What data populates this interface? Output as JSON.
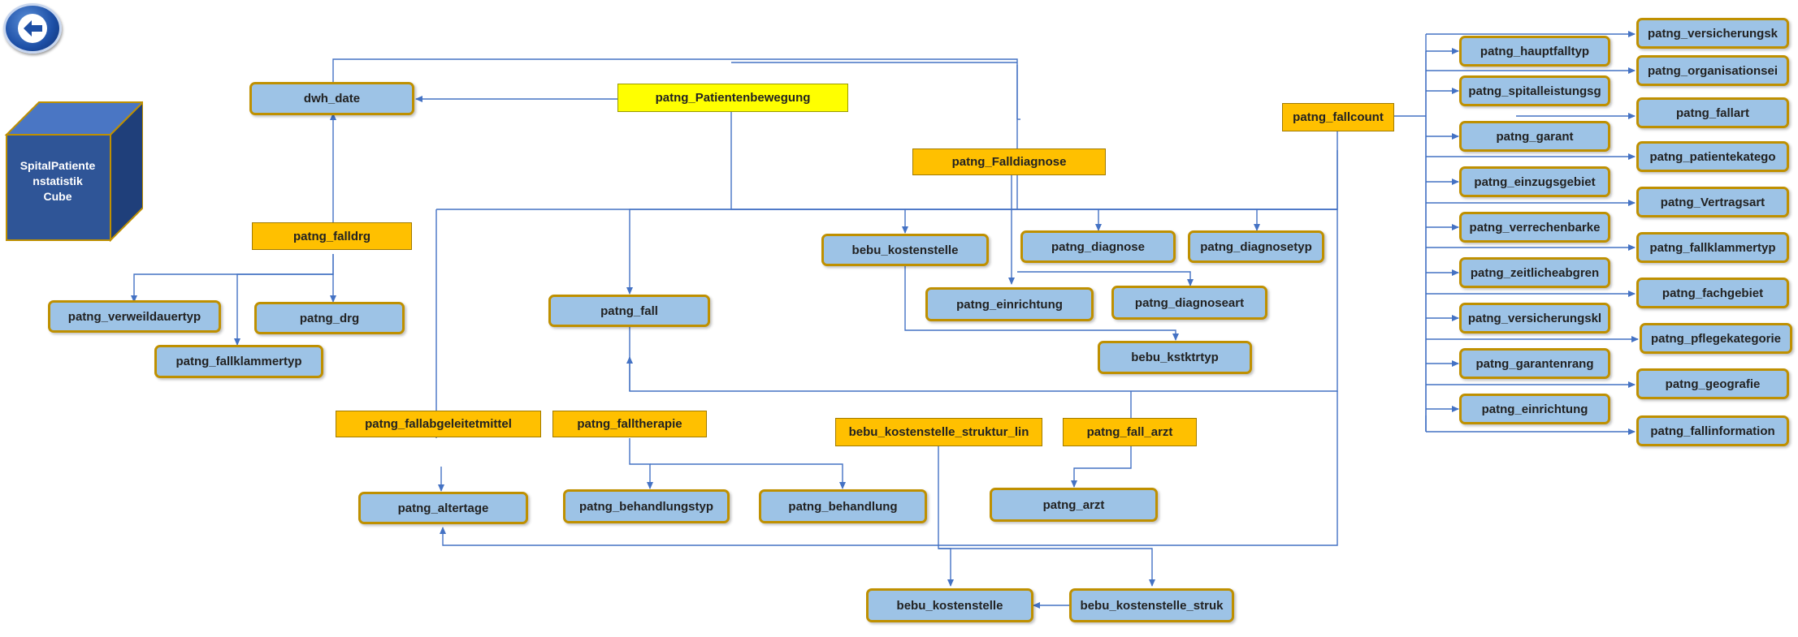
{
  "navigation": {
    "back_icon": "back-arrow-icon"
  },
  "cube": {
    "label": "SpitalPatiente\nnstatistik\nCube"
  },
  "colors": {
    "dimension_fill": "#9dc3e6",
    "dimension_border": "#bf9000",
    "fact_fill": "#ffc000",
    "main_fact_fill": "#ffff00",
    "edge": "#4472c4",
    "cube_front": "#2f5597"
  },
  "nodes": {
    "dwh_date": "dwh_date",
    "patng_patientenbewegung": "patng_Patientenbewegung",
    "patng_falldiagnose": "patng_Falldiagnose",
    "patng_fallcount": "patng_fallcount",
    "patng_falldrg": "patng_falldrg",
    "bebu_kostenstelle_top": "bebu_kostenstelle",
    "patng_diagnose": "patng_diagnose",
    "patng_diagnosetyp": "patng_diagnosetyp",
    "patng_verweildauertyp": "patng_verweildauertyp",
    "patng_drg": "patng_drg",
    "patng_fall": "patng_fall",
    "patng_einrichtung_mid": "patng_einrichtung",
    "patng_diagnoseart": "patng_diagnoseart",
    "patng_fallklammertyp_mid": "patng_fallklammertyp",
    "bebu_kstktrtyp": "bebu_kstktrtyp",
    "patng_fallabgeleitetmittel": "patng_fallabgeleitetmittel",
    "patng_falltherapie": "patng_falltherapie",
    "bebu_kostenstelle_struktur_lin": "bebu_kostenstelle_struktur_lin",
    "patng_fall_arzt": "patng_fall_arzt",
    "patng_altertage": "patng_altertage",
    "patng_behandlungstyp": "patng_behandlungstyp",
    "patng_behandlung": "patng_behandlung",
    "patng_arzt": "patng_arzt",
    "bebu_kostenstelle_bottom": "bebu_kostenstelle",
    "bebu_kostenstelle_struk": "bebu_kostenstelle_struk",
    "patng_hauptfalltyp": "patng_hauptfalltyp",
    "patng_spitalleistungsg": "patng_spitalleistungsg",
    "patng_garant": "patng_garant",
    "patng_einzugsgebiet": "patng_einzugsgebiet",
    "patng_verrechenbarke": "patng_verrechenbarke",
    "patng_zeitlicheabgren": "patng_zeitlicheabgren",
    "patng_versicherungskl": "patng_versicherungskl",
    "patng_garantenrang": "patng_garantenrang",
    "patng_einrichtung_right": "patng_einrichtung",
    "patng_versicherungsk": "patng_versicherungsk",
    "patng_organisationsei": "patng_organisationsei",
    "patng_fallart": "patng_fallart",
    "patng_patientekatego": "patng_patientekatego",
    "patng_vertragsart": "patng_Vertragsart",
    "patng_fallklammertyp_right": "patng_fallklammertyp",
    "patng_fachgebiet": "patng_fachgebiet",
    "patng_pflegekategorie": "patng_pflegekategorie",
    "patng_geografie": "patng_geografie",
    "patng_fallinformation": "patng_fallinformation"
  }
}
